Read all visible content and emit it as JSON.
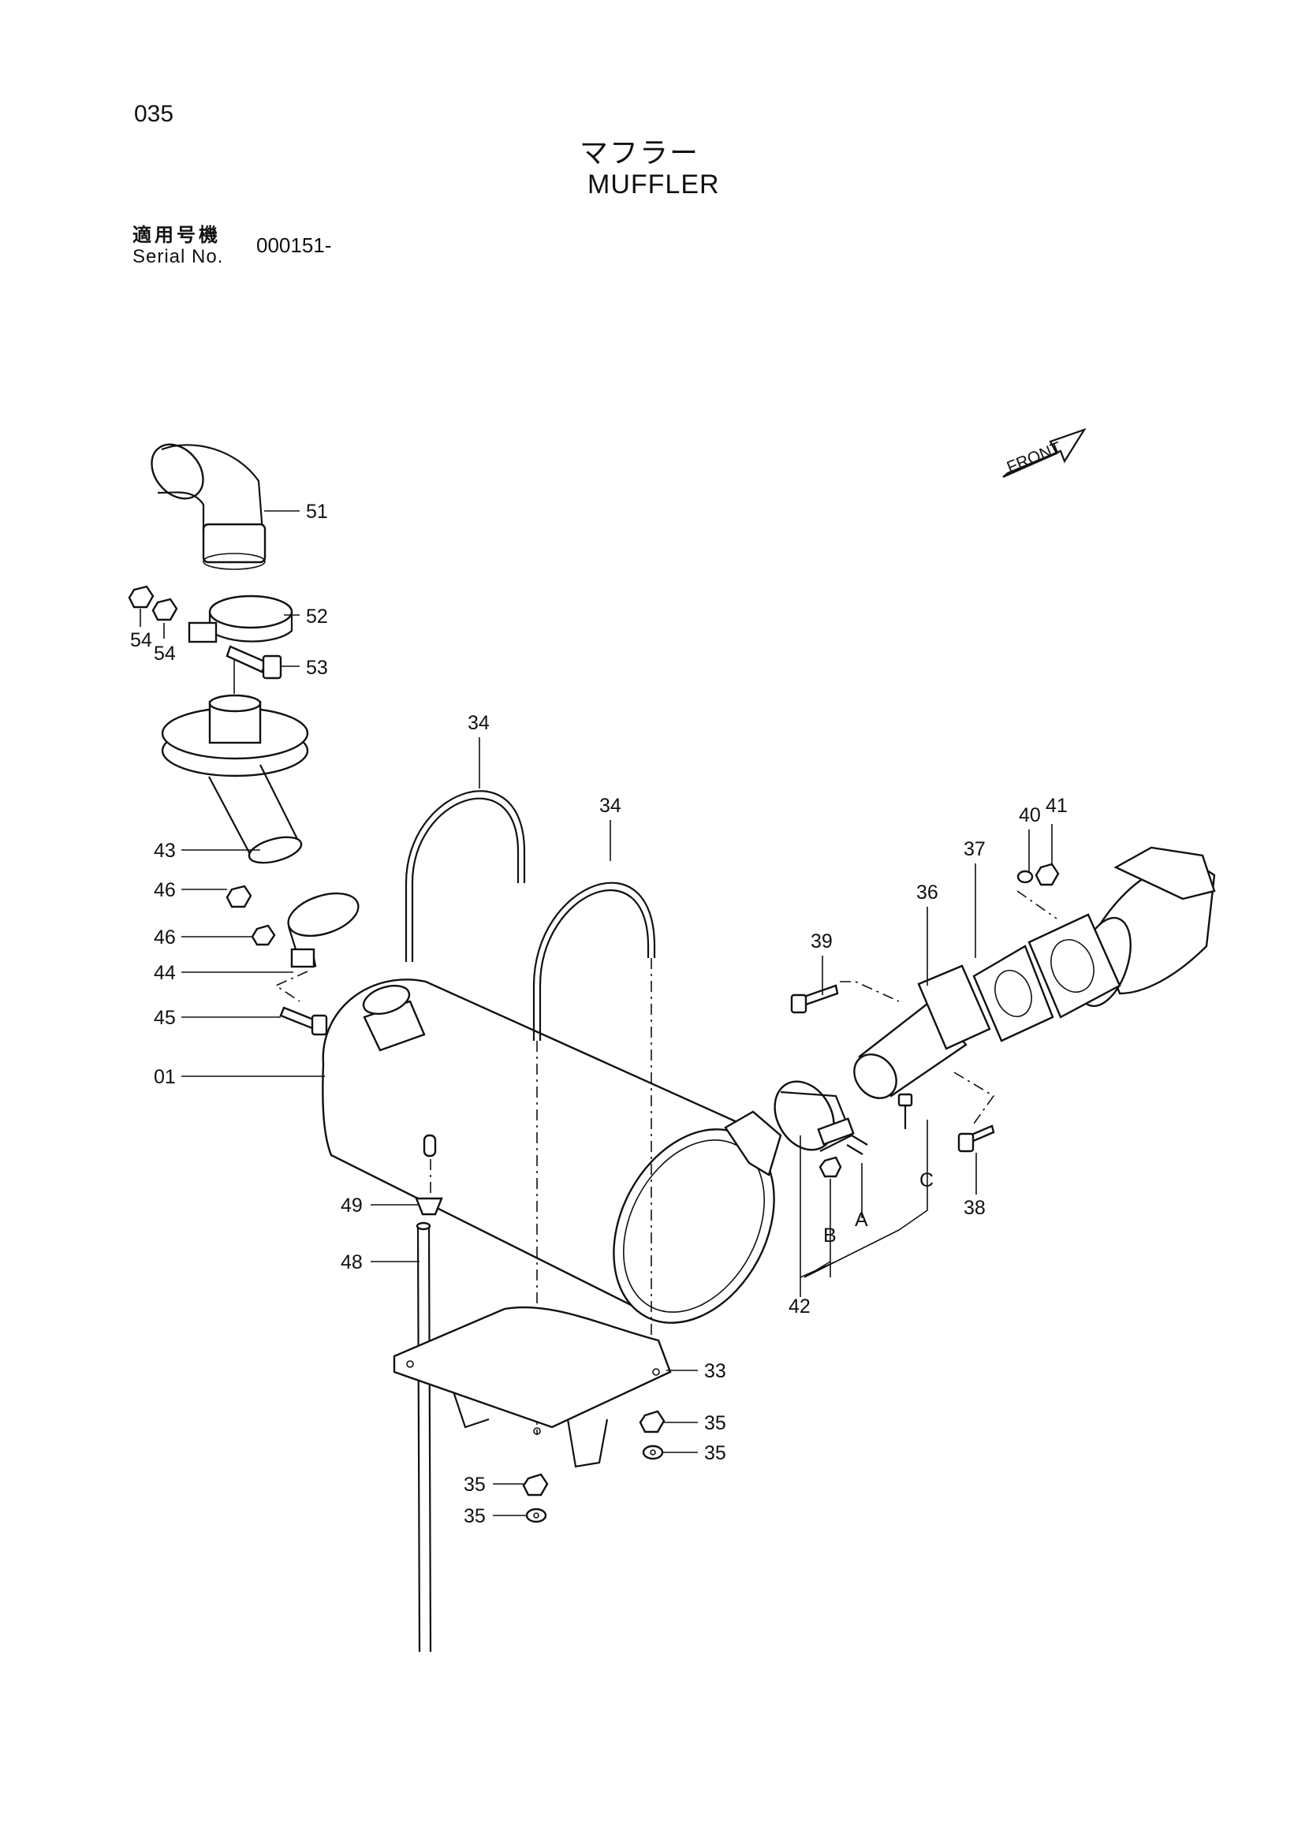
{
  "header": {
    "page_number": "035",
    "title_jp": "マフラー",
    "title_en": "MUFFLER",
    "serial_label_jp": "適用号機",
    "serial_label_en": "Serial No.",
    "serial_value": "000151-"
  },
  "direction_marker": "FRONT",
  "callouts": {
    "c51": "51",
    "c52": "52",
    "c53": "53",
    "c54a": "54",
    "c54b": "54",
    "c43": "43",
    "c46a": "46",
    "c46b": "46",
    "c44": "44",
    "c45": "45",
    "c01": "01",
    "c34a": "34",
    "c34b": "34",
    "c49": "49",
    "c48": "48",
    "c33": "33",
    "c35a": "35",
    "c35b": "35",
    "c35c": "35",
    "c35d": "35",
    "c36": "36",
    "c37": "37",
    "c40": "40",
    "c41": "41",
    "c39": "39",
    "c38": "38",
    "c42": "42",
    "cA": "A",
    "cB": "B",
    "cC": "C"
  }
}
